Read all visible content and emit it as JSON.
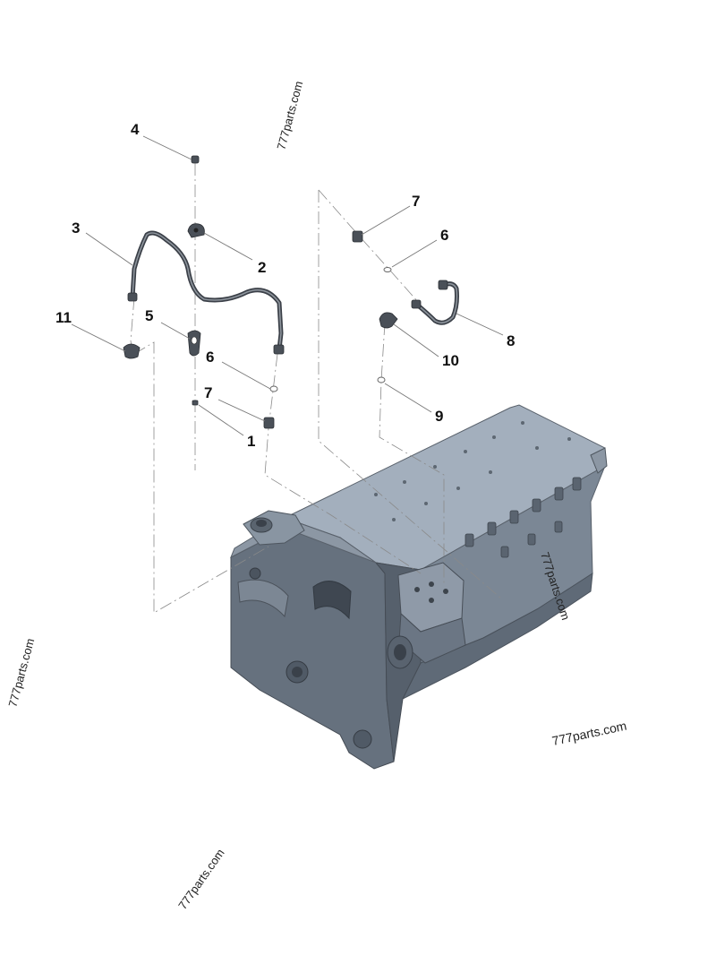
{
  "callouts": {
    "c1": "1",
    "c2": "2",
    "c3": "3",
    "c4": "4",
    "c5": "5",
    "c6a": "6",
    "c6b": "6",
    "c7a": "7",
    "c7b": "7",
    "c8": "8",
    "c9": "9",
    "c10": "10",
    "c11": "11"
  },
  "watermarks": {
    "w1": "777parts.com",
    "w2": "777parts.com",
    "w3": "777parts.com",
    "w4": "777parts.com",
    "w5": "777parts.com"
  },
  "colors": {
    "engine_body": "#6b7684",
    "engine_top": "#9aa6b4",
    "engine_side": "#4f5966",
    "pipe": "#3b4048"
  }
}
